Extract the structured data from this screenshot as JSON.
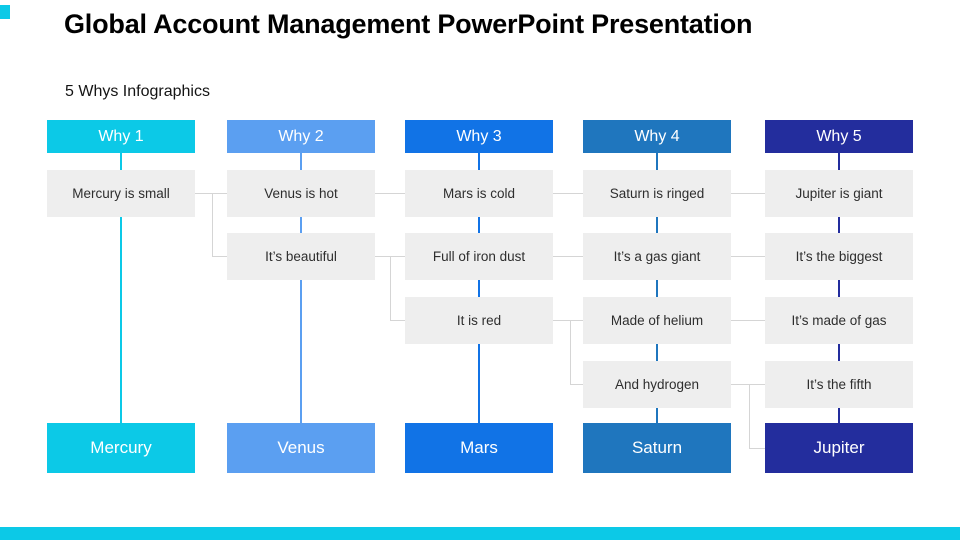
{
  "slide": {
    "title": "Global Account Management PowerPoint Presentation",
    "subtitle": "5 Whys Infographics"
  },
  "colors": {
    "accent": "#0cc9e7",
    "box_background": "#eeeeee",
    "box_text": "#2e2e2e",
    "connector_gray": "#d5d5d5",
    "title_text": "#000000"
  },
  "columns": [
    {
      "header": "Why 1",
      "label": "Mercury",
      "color": "#0cc9e7",
      "boxes": [
        "Mercury is small"
      ]
    },
    {
      "header": "Why 2",
      "label": "Venus",
      "color": "#5b9ff1",
      "boxes": [
        "Venus is hot",
        "It’s beautiful"
      ]
    },
    {
      "header": "Why 3",
      "label": "Mars",
      "color": "#1173e6",
      "boxes": [
        "Mars is cold",
        "Full of iron dust",
        "It is red"
      ]
    },
    {
      "header": "Why 4",
      "label": "Saturn",
      "color": "#1f76be",
      "boxes": [
        "Saturn is ringed",
        "It’s a gas giant",
        "Made of helium",
        "And hydrogen"
      ]
    },
    {
      "header": "Why 5",
      "label": "Jupiter",
      "color": "#232d9d",
      "boxes": [
        "Jupiter is giant",
        "It’s the biggest",
        "It’s made of gas",
        "It’s the fifth"
      ]
    }
  ]
}
